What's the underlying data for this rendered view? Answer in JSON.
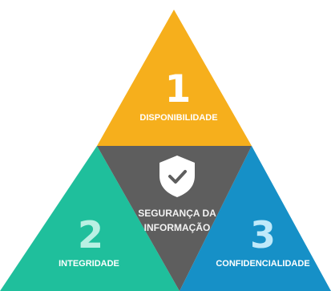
{
  "colors": {
    "top": "#F6AF1C",
    "left": "#1FBF9C",
    "right": "#1690C7",
    "center": "#5E5E5E",
    "text": "#FFFFFF",
    "center_text": "#F2F2F2",
    "number_left": "#B9F0E3",
    "number_right": "#BFE9FA"
  },
  "top": {
    "number": "1",
    "label": "DISPONIBILIDADE"
  },
  "left": {
    "number": "2",
    "label": "INTEGRIDADE"
  },
  "right": {
    "number": "3",
    "label": "CONFIDENCIALIDADE"
  },
  "center": {
    "icon": "shield-check-icon",
    "line1": "SEGURANÇA DA",
    "line2": "INFORMAÇÃO"
  }
}
